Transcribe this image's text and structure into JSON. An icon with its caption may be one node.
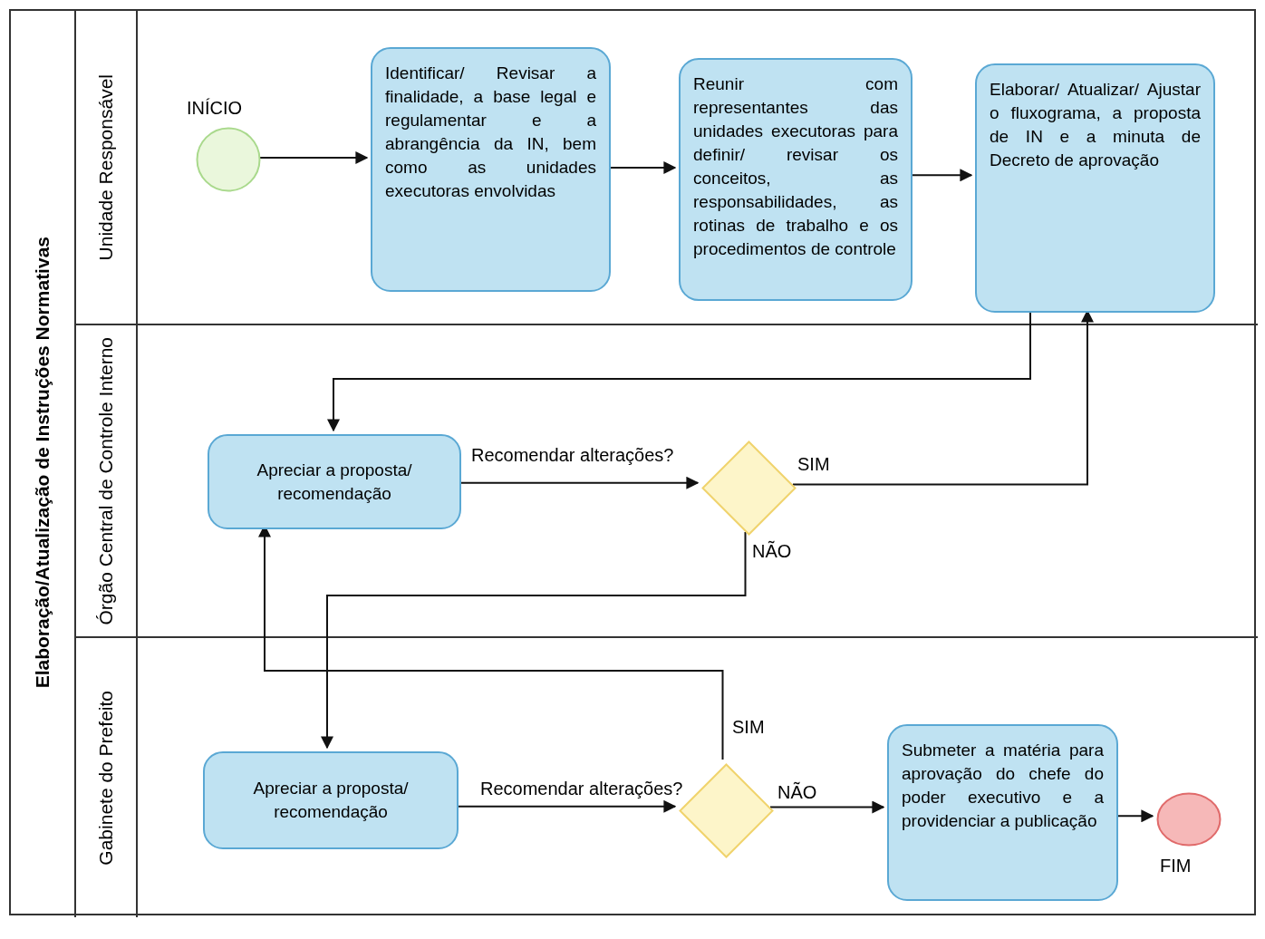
{
  "diagram": {
    "nodes": [
      {
        "text": [
          "Elaboração/Atualização de Instruções Normativas"
        ]
      },
      {
        "text": [
          "Unidade Responsável"
        ],
        "in": 0
      },
      {
        "text": [
          "Órgão Central de Controle Interno"
        ],
        "in": 0
      },
      {
        "text": [
          "Gabinete do Prefeito"
        ],
        "in": 0
      },
      {
        "text": [],
        "shape": "circle",
        "beside": [
          "INÍCIO"
        ],
        "in": 1
      },
      {
        "text": [
          "Identificar/ Revisar a finalidade, a base legal e regulamentar e a abrangência da IN, bem como as unidades executoras envolvidas"
        ],
        "in": 1
      },
      {
        "text": [
          "Reunir com representantes das unidades executoras para definir/ revisar os conceitos, as responsabilidades, as rotinas de trabalho e os procedimentos de controle"
        ],
        "in": 1
      },
      {
        "text": [
          "Elaborar/ Atualizar/ Ajustar o fluxograma, a proposta de IN e a minuta de Decreto de aprovação"
        ],
        "in": 1
      },
      {
        "text": [
          "Apreciar a proposta/ recomendação"
        ],
        "in": 2
      },
      {
        "text": [],
        "shape": "diamond",
        "in": 2
      },
      {
        "text": [
          "Apreciar a proposta/ recomendação"
        ],
        "in": 3
      },
      {
        "text": [],
        "shape": "diamond",
        "in": 3
      },
      {
        "text": [
          "Submeter a matéria para aprovação do chefe do poder executivo e a providenciar a publicação"
        ],
        "in": 3
      },
      {
        "text": [],
        "shape": "circle",
        "beside": [
          "FIM"
        ],
        "in": 3
      }
    ],
    "edges": [
      {
        "from": 4,
        "to": 5,
        "arrow": "to"
      },
      {
        "from": 5,
        "to": 6,
        "arrow": "to"
      },
      {
        "from": 6,
        "to": 7,
        "arrow": "to"
      },
      {
        "from": 7,
        "to": 8,
        "arrow": "to"
      },
      {
        "from": 8,
        "to": 9,
        "arrow": "to",
        "label": "Recomendar alterações?"
      },
      {
        "from": 9,
        "to": 7,
        "arrow": "to",
        "label": "SIM"
      },
      {
        "from": 9,
        "to": 10,
        "arrow": "to",
        "label": "NÃO"
      },
      {
        "from": 10,
        "to": 11,
        "arrow": "to",
        "label": "Recomendar alterações?"
      },
      {
        "from": 11,
        "to": 8,
        "arrow": "to",
        "label": "SIM"
      },
      {
        "from": 11,
        "to": 12,
        "arrow": "to",
        "label": "NÃO"
      },
      {
        "from": 12,
        "to": 13,
        "arrow": "to"
      }
    ]
  }
}
